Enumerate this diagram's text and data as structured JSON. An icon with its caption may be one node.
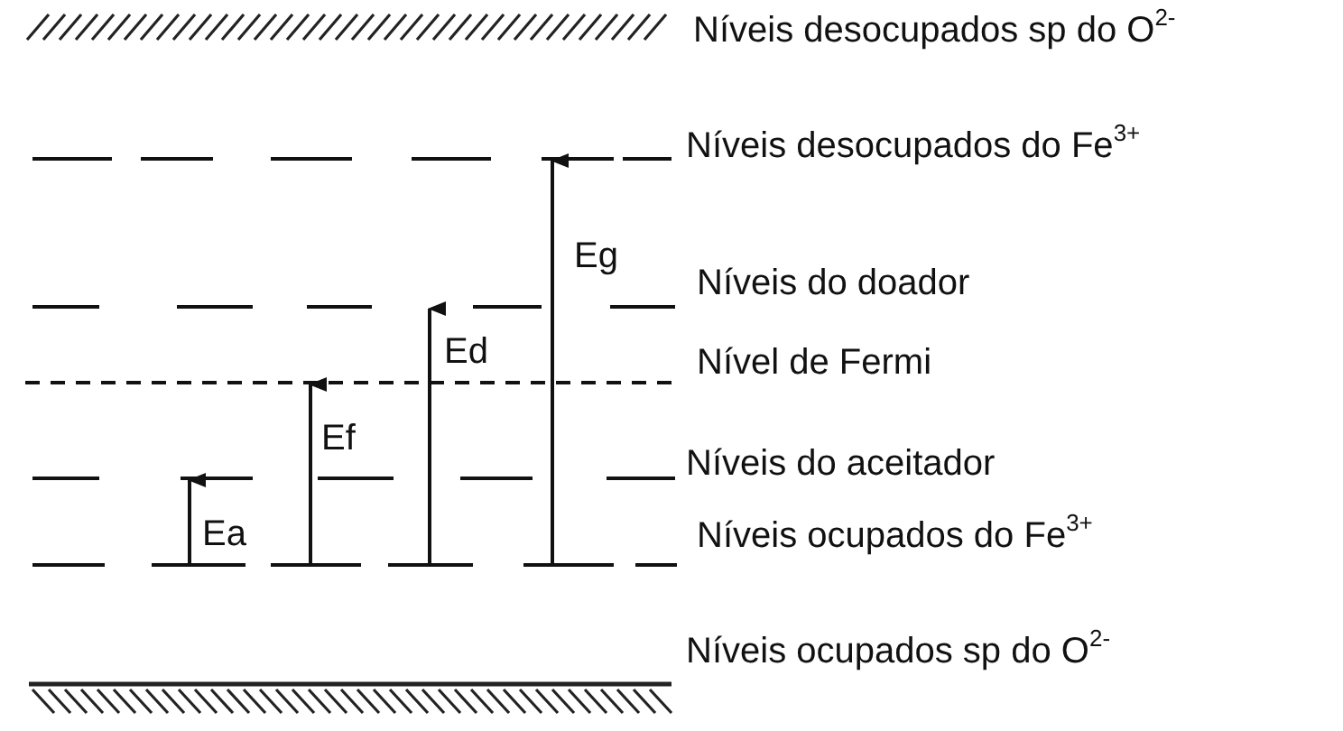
{
  "diagram": {
    "labels": [
      "Níveis desocupados sp do O$^{2-}$",
      "Níveis desocupados do Fe$^{3+}$",
      "Eg",
      "Níveis do doador",
      "Ed",
      "Nível de Fermi",
      "Ef",
      "Níveis do aceitador",
      "Ea",
      "Níveis ocupados do Fe$^{3+}$",
      "Níveis ocupados sp do O$^{2-}$"
    ]
  }
}
